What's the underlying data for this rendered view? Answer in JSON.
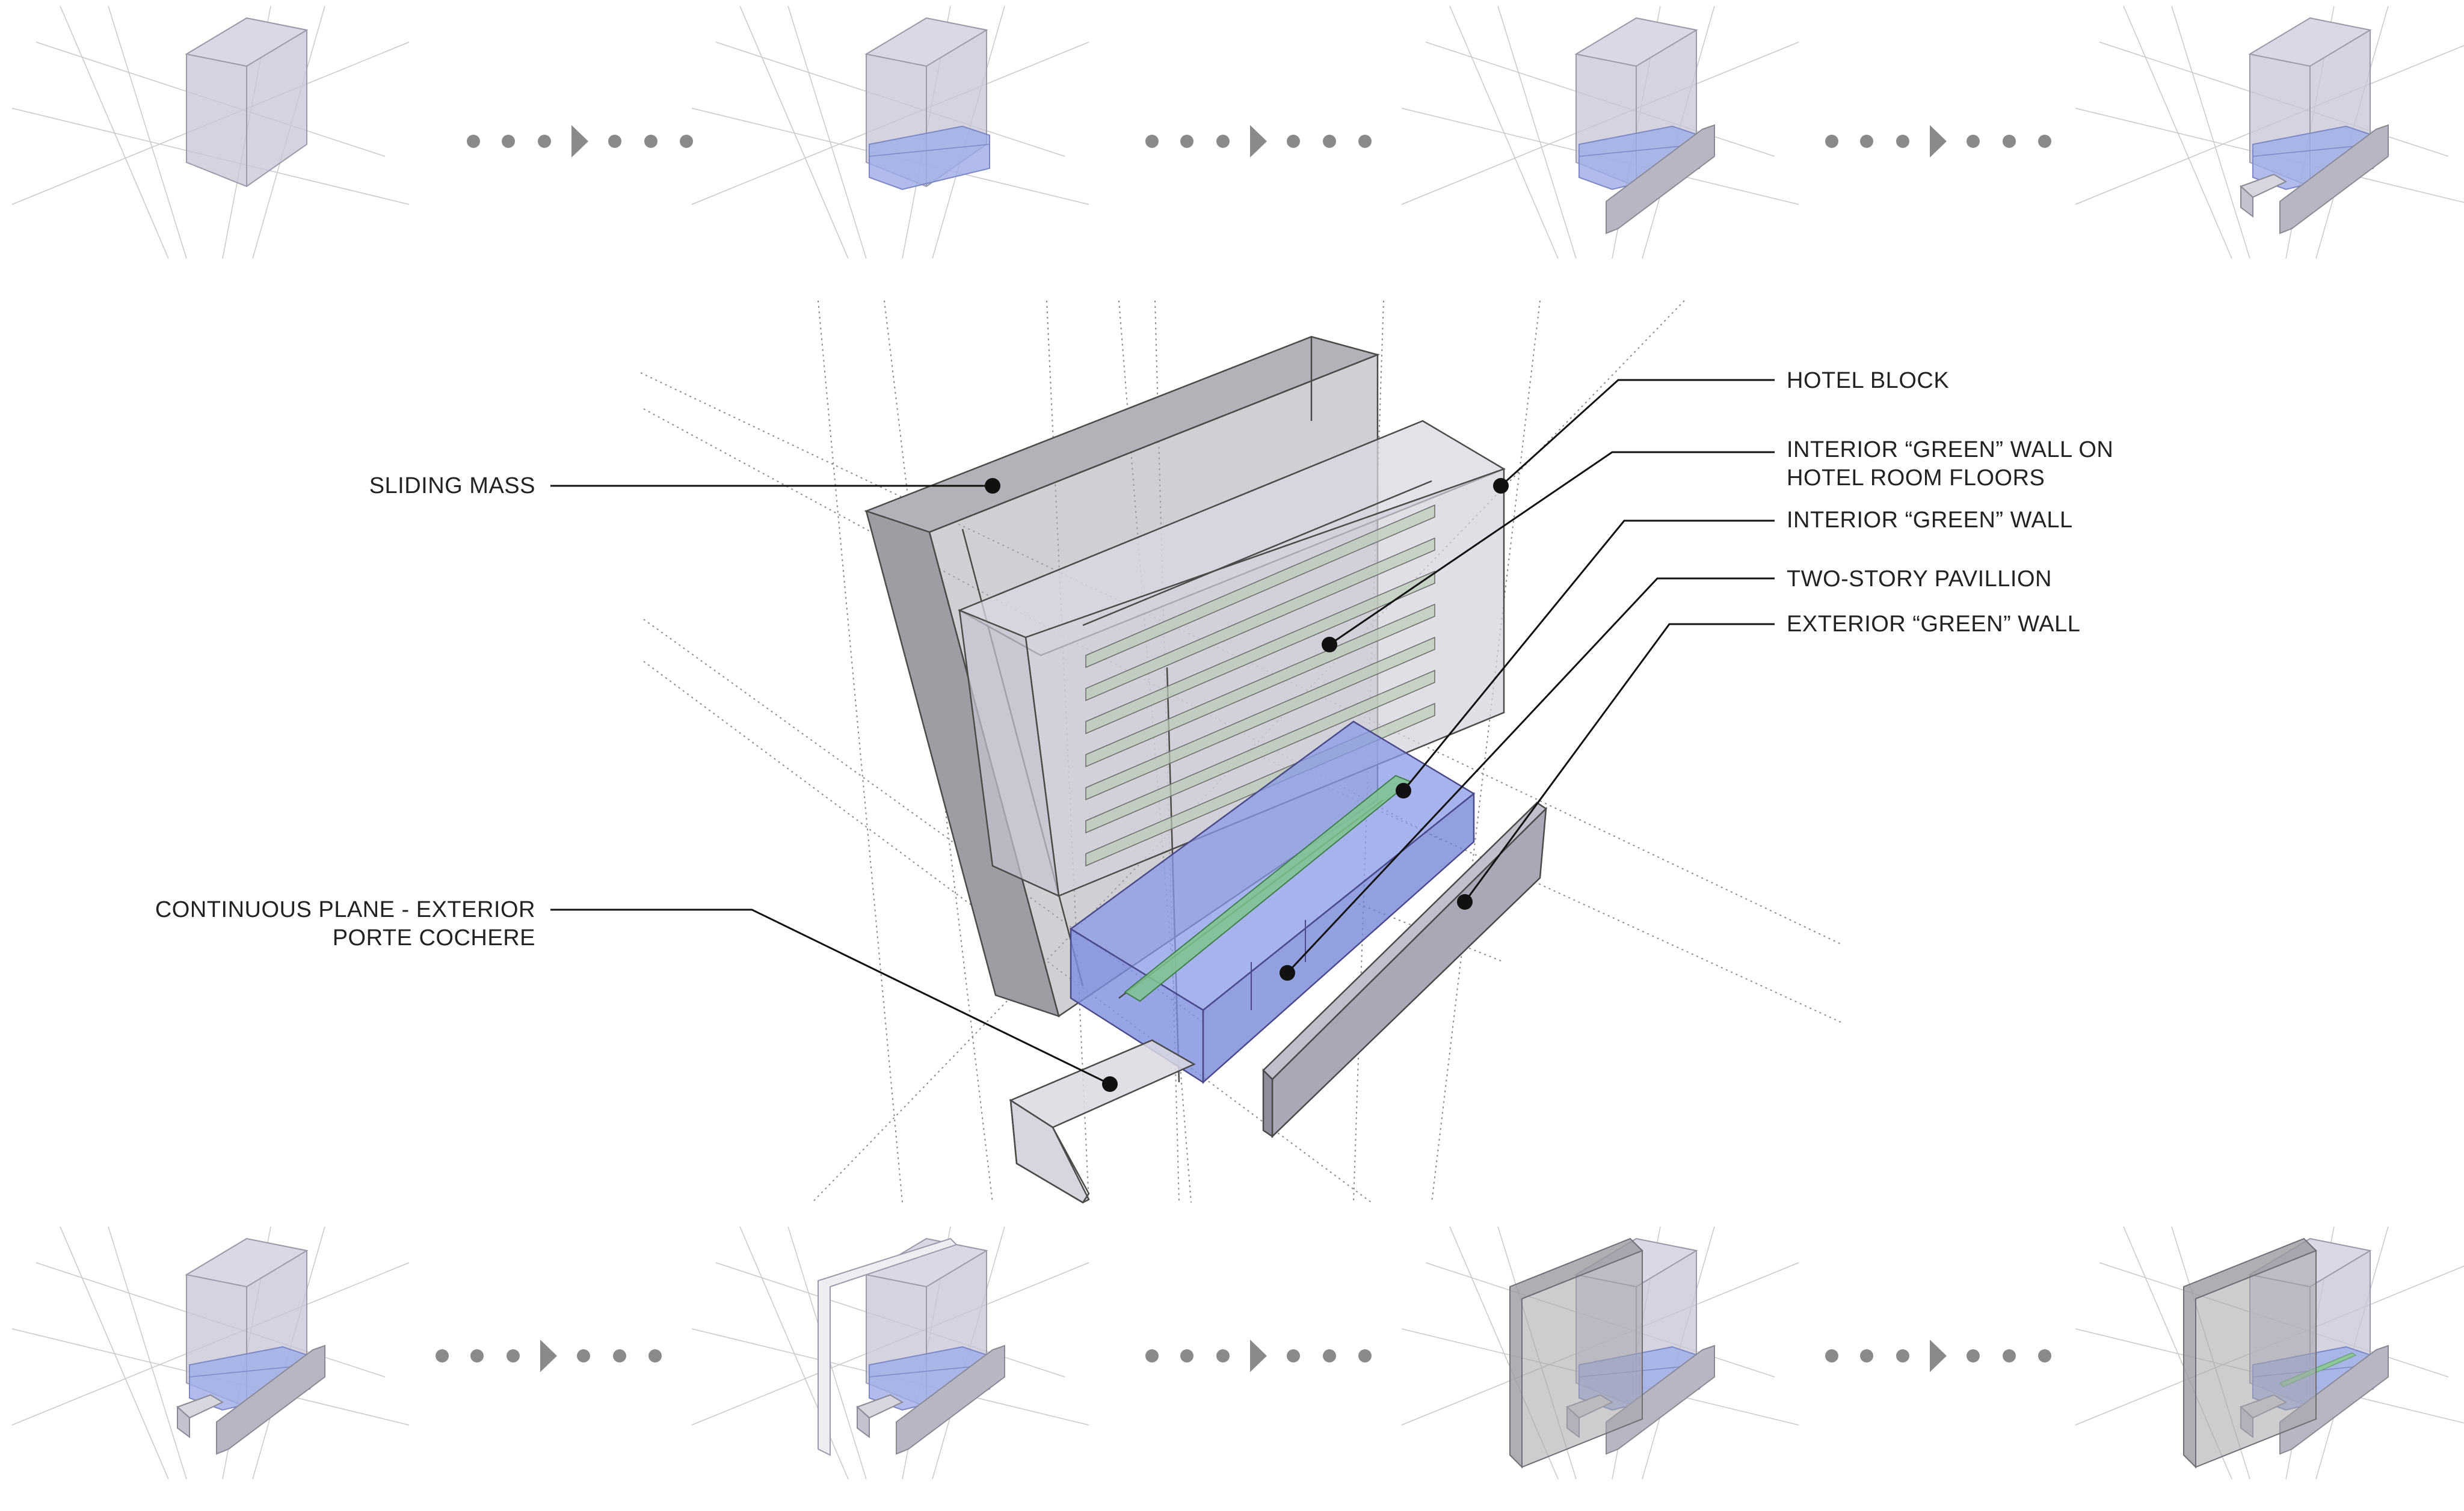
{
  "colors": {
    "mass_gray": "#8f8f95",
    "hotel_lavender": "#c8c8d6",
    "pavilion_blue": "#7f90e0",
    "green_wall": "#8fc79a",
    "arrow_gray": "#8a8a8a"
  },
  "labels": {
    "sliding_mass": "SLIDING MASS",
    "hotel_block": "HOTEL BLOCK",
    "interior_green_wall_floors_line1": "INTERIOR “GREEN” WALL ON",
    "interior_green_wall_floors_line2": "HOTEL ROOM FLOORS",
    "interior_green_wall": "INTERIOR “GREEN” WALL",
    "two_story_pavillion": "TWO-STORY PAVILLION",
    "exterior_green_wall": "EXTERIOR “GREEN” WALL",
    "continuous_plane_line1": "CONTINUOUS PLANE - EXTERIOR",
    "continuous_plane_line2": "PORTE COCHERE"
  },
  "sequence": {
    "top_row_steps": 4,
    "bottom_row_steps": 4,
    "arrow_icon": "step-arrow-icon"
  }
}
